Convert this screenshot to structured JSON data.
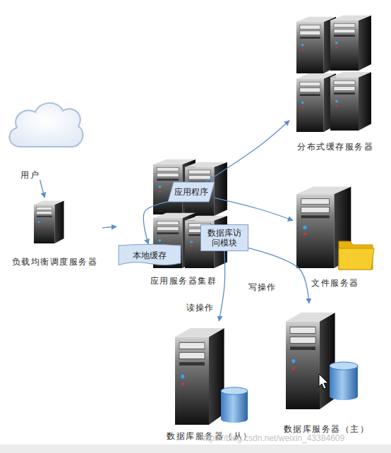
{
  "diagram": {
    "nodes": [
      {
        "text": [
          "用户"
        ]
      },
      {
        "text": [
          "分布式缓存服务器"
        ]
      },
      {
        "text": [
          "应用服务器集群"
        ]
      },
      {
        "text": [
          "应用程序"
        ],
        "in": 2
      },
      {
        "text": [
          "本地缓存"
        ],
        "in": 2
      },
      {
        "text": [
          "数据库访问模块"
        ],
        "in": 2
      },
      {
        "text": [
          "负载均衡调度服务器"
        ]
      },
      {
        "text": [
          "文件服务器"
        ]
      },
      {
        "text": [
          "数据库服务器（从）"
        ]
      },
      {
        "text": [
          "数据库服务器（主）"
        ]
      }
    ],
    "edges": [
      {
        "from": 0,
        "to": 6,
        "arrow": "to"
      },
      {
        "from": 6,
        "to": 2,
        "arrow": "to"
      },
      {
        "from": 3,
        "to": 4,
        "arrow": "to"
      },
      {
        "from": 3,
        "to": 1,
        "arrow": "to"
      },
      {
        "from": 3,
        "to": 7,
        "arrow": "to"
      },
      {
        "from": 5,
        "to": 8,
        "label": "读操作",
        "arrow": "to"
      },
      {
        "from": 5,
        "to": 9,
        "label": "写操作",
        "arrow": "to"
      }
    ],
    "labels": [
      "https://blog.csdn.net/weixin_43384609"
    ]
  }
}
